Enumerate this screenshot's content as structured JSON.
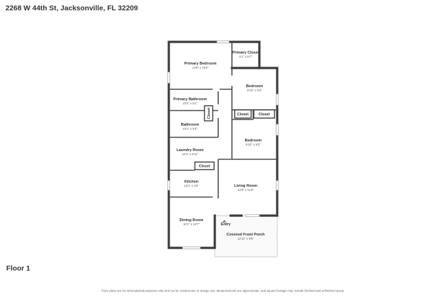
{
  "header": {
    "address": "2268 W 44th St, Jacksonville, FL 32209"
  },
  "footer": {
    "floor_label": "Floor 1",
    "disclaimer": "Floor plans are for informational purposes only and not for construction or design use. Measurements are approximate, and square footage may include finished and unfinished areas."
  },
  "rooms": {
    "primary_bedroom": {
      "name": "Primary Bedroom",
      "dims": "14'9\" x 10'6\""
    },
    "primary_closet": {
      "name": "Primary Closet",
      "dims": "4'1\" x 5'7\""
    },
    "bedroom_1": {
      "name": "Bedroom",
      "dims": "9'10\" x 9'3\""
    },
    "primary_bathroom": {
      "name": "Primary Bathroom",
      "dims": "10'1\" x 5'1\""
    },
    "bathroom": {
      "name": "Bathroom",
      "dims": "10'1\" x 5'0\""
    },
    "bedroom_2": {
      "name": "Bedroom",
      "dims": "9'10\" x 9'2\""
    },
    "laundry_room": {
      "name": "Laundry Room",
      "dims": "10'1\" x 6'11\""
    },
    "kitchen": {
      "name": "Kitchen",
      "dims": "10'1\" x 4'0\""
    },
    "living_room": {
      "name": "Living Room",
      "dims": "13'9\" x 11'9\""
    },
    "dining_room": {
      "name": "Dining Room",
      "dims": "10'1\" x 10'7\""
    },
    "entry": {
      "name": "Entry"
    },
    "covered_front_porch": {
      "name": "Covered Front Porch",
      "dims": "12'11\" x 9'5\""
    }
  },
  "closets": {
    "label": "Closet"
  }
}
